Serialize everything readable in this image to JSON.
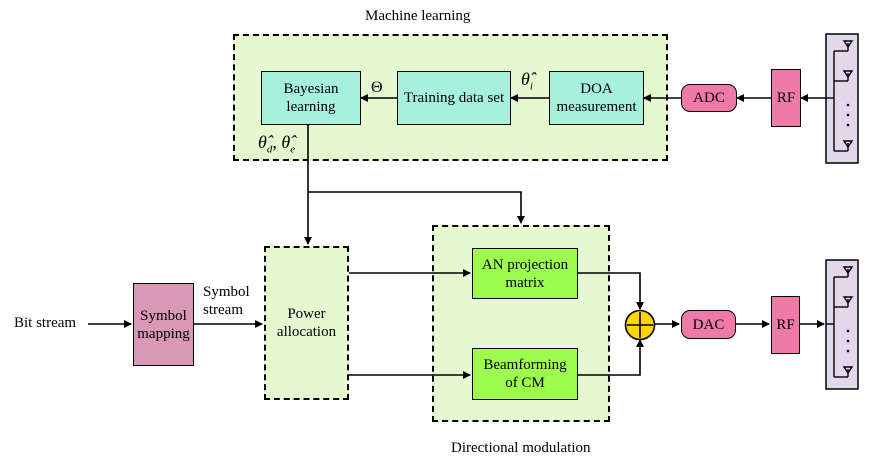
{
  "groups": {
    "machine_learning": "Machine learning",
    "directional_modulation": "Directional modulation"
  },
  "blocks": {
    "bayesian": [
      "Bayesian",
      "learning"
    ],
    "training": "Training data set",
    "doa": [
      "DOA",
      "measurement"
    ],
    "adc": "ADC",
    "rf_top": "RF",
    "symbol_mapping": [
      "Symbol",
      "mapping"
    ],
    "power_allocation": [
      "Power",
      "allocation"
    ],
    "an_projection": [
      "AN projection",
      "matrix"
    ],
    "beamforming": [
      "Beamforming",
      "of CM"
    ],
    "dac": "DAC",
    "rf_bottom": "RF"
  },
  "signals": {
    "bit_stream": "Bit stream",
    "symbol_stream": [
      "Symbol",
      "stream"
    ],
    "theta_big": "Θ",
    "theta_i": {
      "base": "θ̂",
      "sub": "i"
    },
    "theta_d": {
      "base": "θ̂",
      "sub": "d"
    },
    "theta_e": {
      "base": "θ̂",
      "sub": "e"
    },
    "estimates_separator": ","
  },
  "colors": {
    "group_fill": "#e6f8cf",
    "teal_block": "#a6f0dc",
    "green_block": "#9dfb4d",
    "rf_block": "#f07aa7",
    "symbol_block": "#d999b4",
    "antenna_fill": "#e3d7ec",
    "adder_fill": "#ffd500"
  }
}
